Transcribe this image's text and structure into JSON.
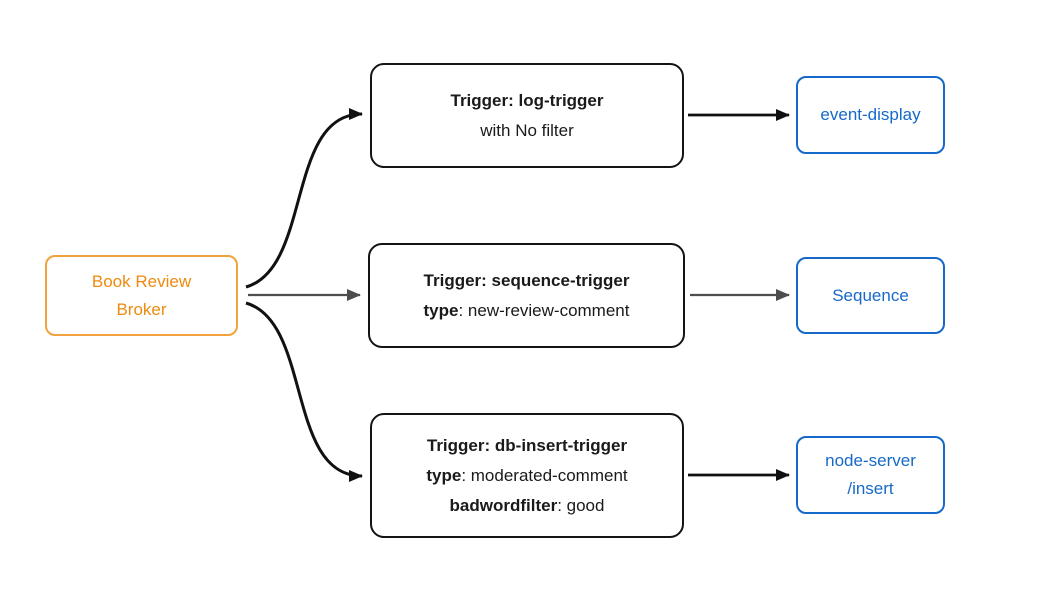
{
  "colors": {
    "broker_border": "#f2a23c",
    "broker_text": "#ee8b0e",
    "trigger_border": "#141414",
    "sink_accent": "#1669c9",
    "arrow_black": "#111111",
    "arrow_gray": "#4d4d4d"
  },
  "broker": {
    "line1": "Book Review",
    "line2": "Broker"
  },
  "triggers": [
    {
      "id": "log-trigger",
      "lines": [
        {
          "bold": "Trigger: log-trigger",
          "rest": ""
        },
        {
          "bold": "",
          "rest": "with No filter"
        }
      ]
    },
    {
      "id": "sequence-trigger",
      "lines": [
        {
          "bold": "Trigger: sequence-trigger",
          "rest": ""
        },
        {
          "bold": "type",
          "rest": ": new-review-comment"
        }
      ]
    },
    {
      "id": "db-insert-trigger",
      "lines": [
        {
          "bold": "Trigger: db-insert-trigger",
          "rest": ""
        },
        {
          "bold": "type",
          "rest": ": moderated-comment"
        },
        {
          "bold": "badwordfilter",
          "rest": ": good"
        }
      ]
    }
  ],
  "sinks": [
    {
      "id": "event-display",
      "line1": "event-display",
      "line2": ""
    },
    {
      "id": "sequence",
      "line1": "Sequence",
      "line2": ""
    },
    {
      "id": "node-server-insert",
      "line1": "node-server",
      "line2": "/insert"
    }
  ]
}
